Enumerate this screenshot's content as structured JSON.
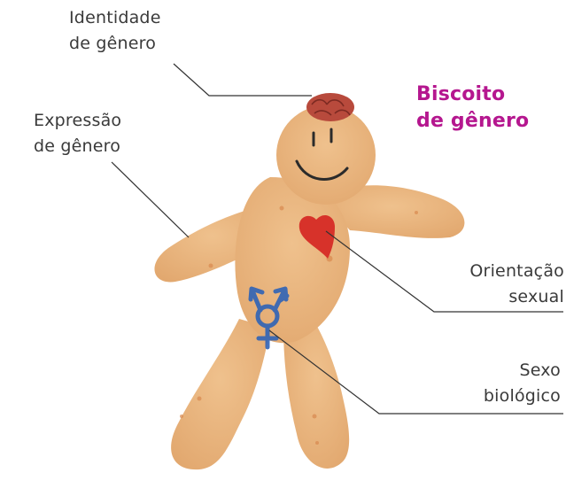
{
  "title": {
    "line1": "Biscoito",
    "line2": "de gênero"
  },
  "labels": {
    "identity": {
      "line1": "Identidade",
      "line2": "de gênero"
    },
    "expression": {
      "line1": "Expressão",
      "line2": "de gênero"
    },
    "orientation": {
      "line1": "Orientação",
      "line2": "sexual"
    },
    "sex": {
      "line1": "Sexo",
      "line2": "biológico"
    }
  },
  "colors": {
    "title": "#b5178f",
    "text": "#3a3a3a",
    "cookie": "#e8b27c",
    "heart": "#d7322a",
    "brain": "#b84a3c",
    "symbol": "#2f63b7"
  },
  "icons": {
    "brain": "brain-icon",
    "heart": "heart-icon",
    "symbol": "transgender-symbol-icon",
    "face": "smiley-face-icon"
  }
}
